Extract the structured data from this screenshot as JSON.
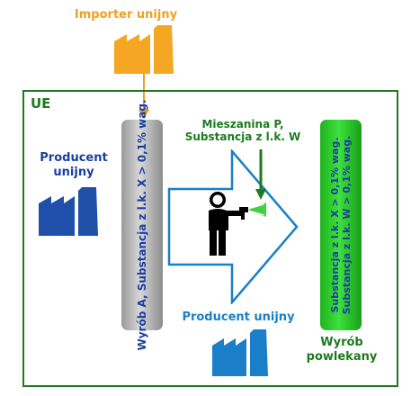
{
  "importer": {
    "label": "Importer unijny"
  },
  "eu": {
    "label": "UE"
  },
  "eu_producer": {
    "label": "Producent unijny"
  },
  "article": {
    "label": "Wyrób A, Substancja z l.k. X > 0,1% wag."
  },
  "mixture": {
    "label": "Mieszanina P, Substancja z l.k. W"
  },
  "downstream_user": {
    "label": "Producent unijny"
  },
  "coated_article": {
    "line1": "Substancja z l.k. X > 0,1% wag.",
    "line2": "Substancja z l.k. W > 0,1% wag.",
    "label": "Wyrób powlekany"
  },
  "colors": {
    "importer": "#f0a020",
    "eu_frame": "#1e7a1e",
    "eu_producer": "#1a3fa0",
    "downstream_user": "#1a7fc8",
    "coated_bar": "#2ecc2e",
    "article_bar": "#b0b0b0"
  }
}
